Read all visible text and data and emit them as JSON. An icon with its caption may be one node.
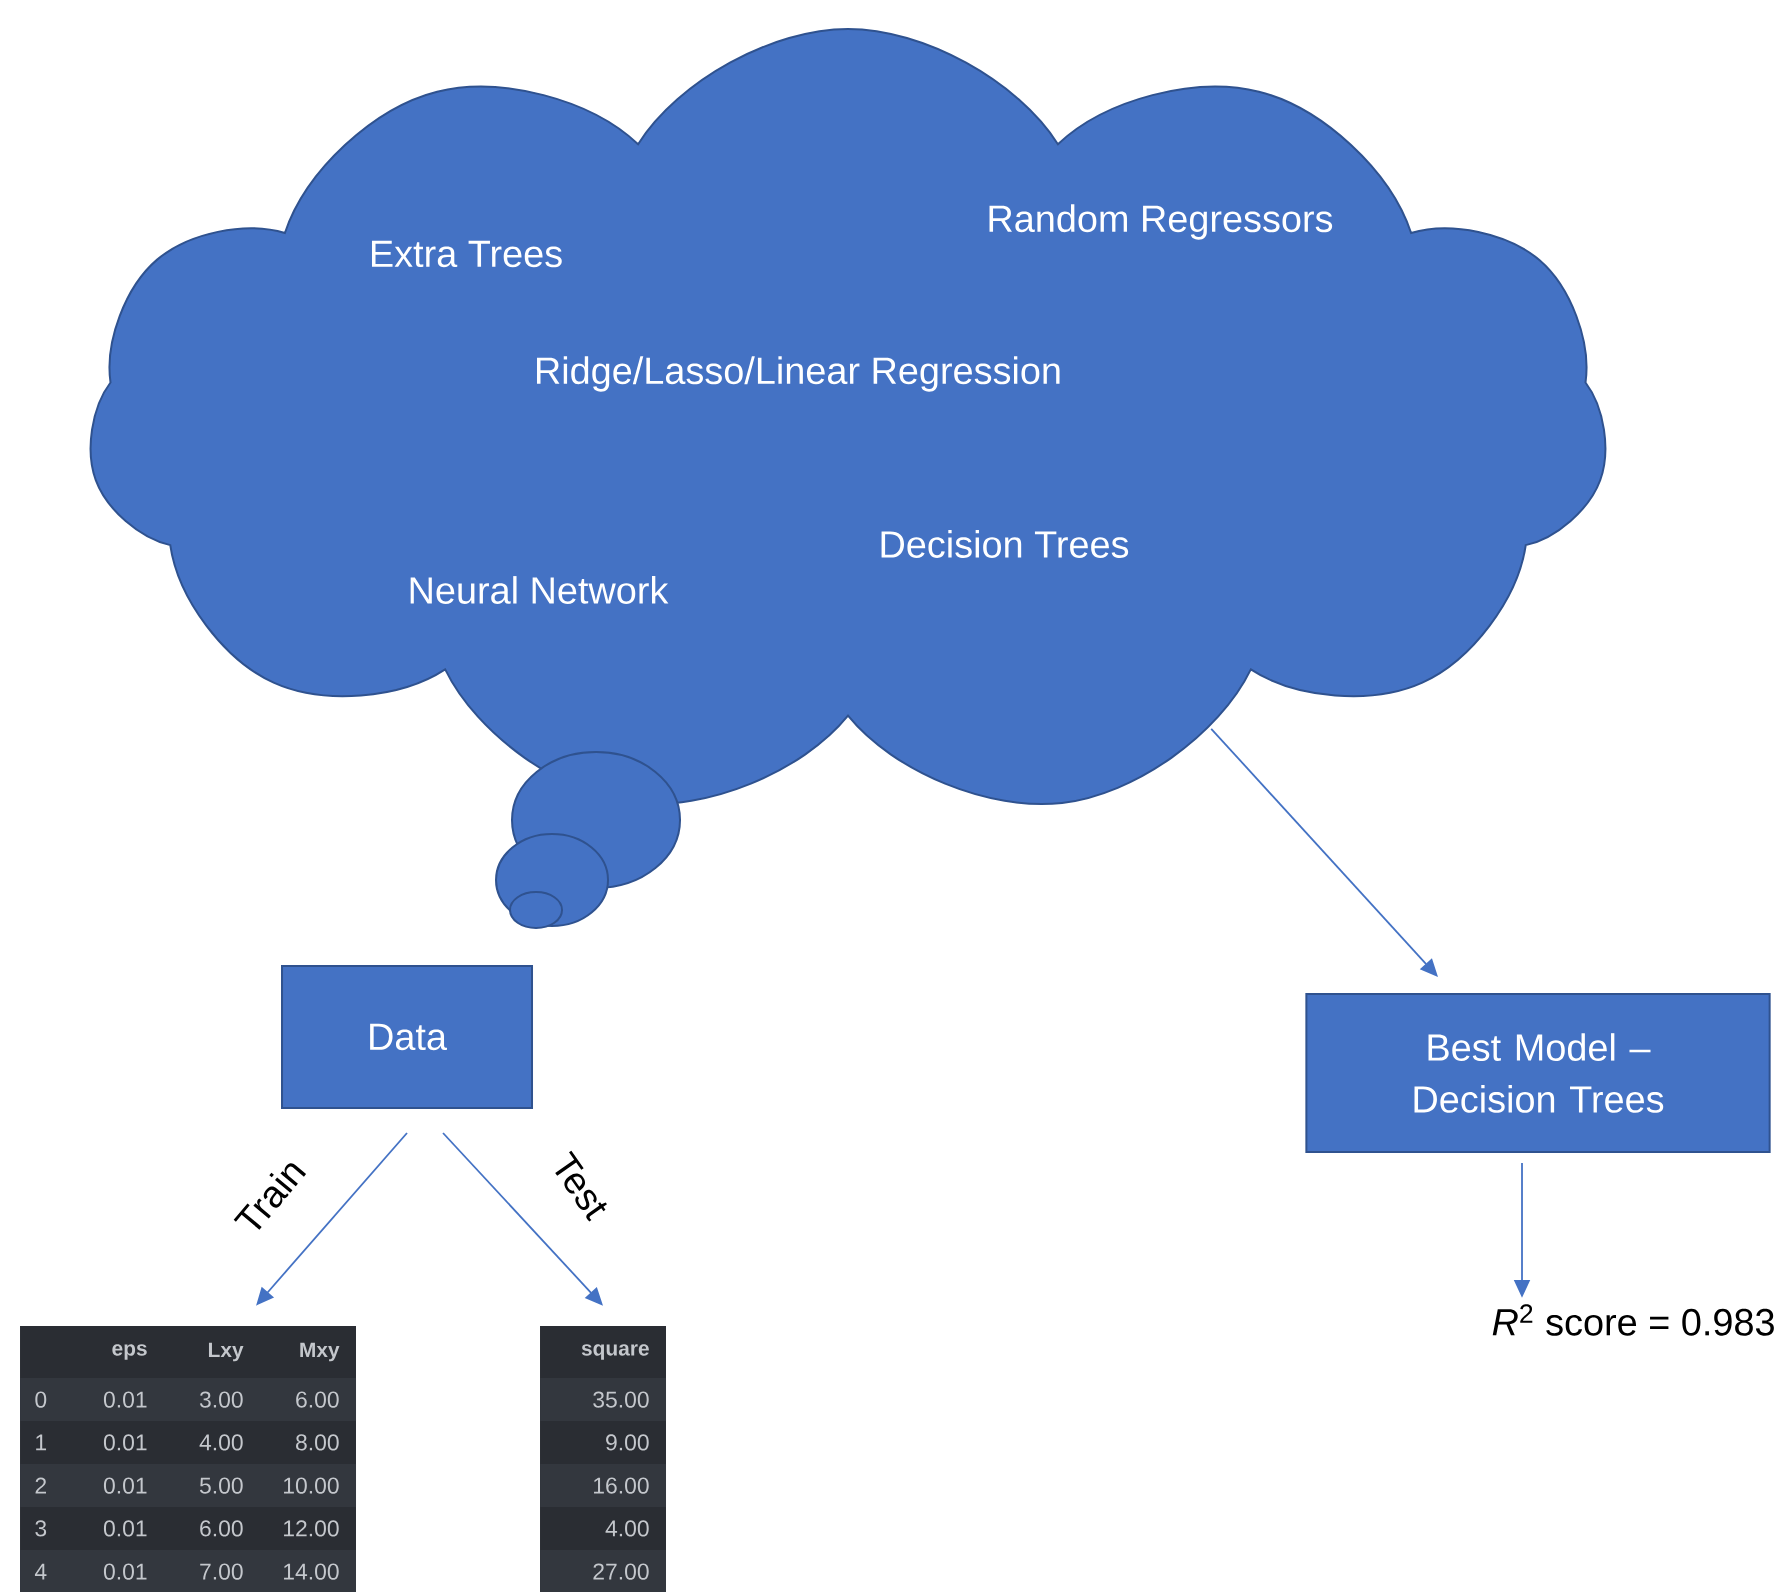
{
  "diagram": {
    "nodes": [
      {
        "text": [
          "Extra Trees",
          "Random Regressors",
          "Ridge/Lasso/Linear Regression",
          "Decision Trees",
          "Neural Network"
        ]
      },
      {
        "text": [
          "Data"
        ]
      },
      {
        "text": [
          "Best Model – Decision Trees"
        ]
      },
      {
        "text": [
          "eps",
          "Lxy",
          "Mxy",
          "0",
          "0.01",
          "3.00",
          "6.00",
          "1",
          "0.01",
          "4.00",
          "8.00",
          "2",
          "0.01",
          "5.00",
          "10.00",
          "3",
          "0.01",
          "6.00",
          "12.00",
          "4",
          "0.01",
          "7.00",
          "14.00"
        ]
      },
      {
        "text": [
          "square",
          "35.00",
          "9.00",
          "16.00",
          "4.00",
          "27.00"
        ]
      },
      {
        "text": [
          "*R*$^{2}$ score = 0.983"
        ]
      }
    ],
    "edges": [
      {
        "from": 0,
        "to": 2,
        "arrow": "to"
      },
      {
        "from": 1,
        "to": 3,
        "arrow": "to",
        "label": "Train"
      },
      {
        "from": 1,
        "to": 4,
        "arrow": "to",
        "label": "Test"
      },
      {
        "from": 2,
        "to": 5,
        "arrow": "to"
      }
    ]
  }
}
